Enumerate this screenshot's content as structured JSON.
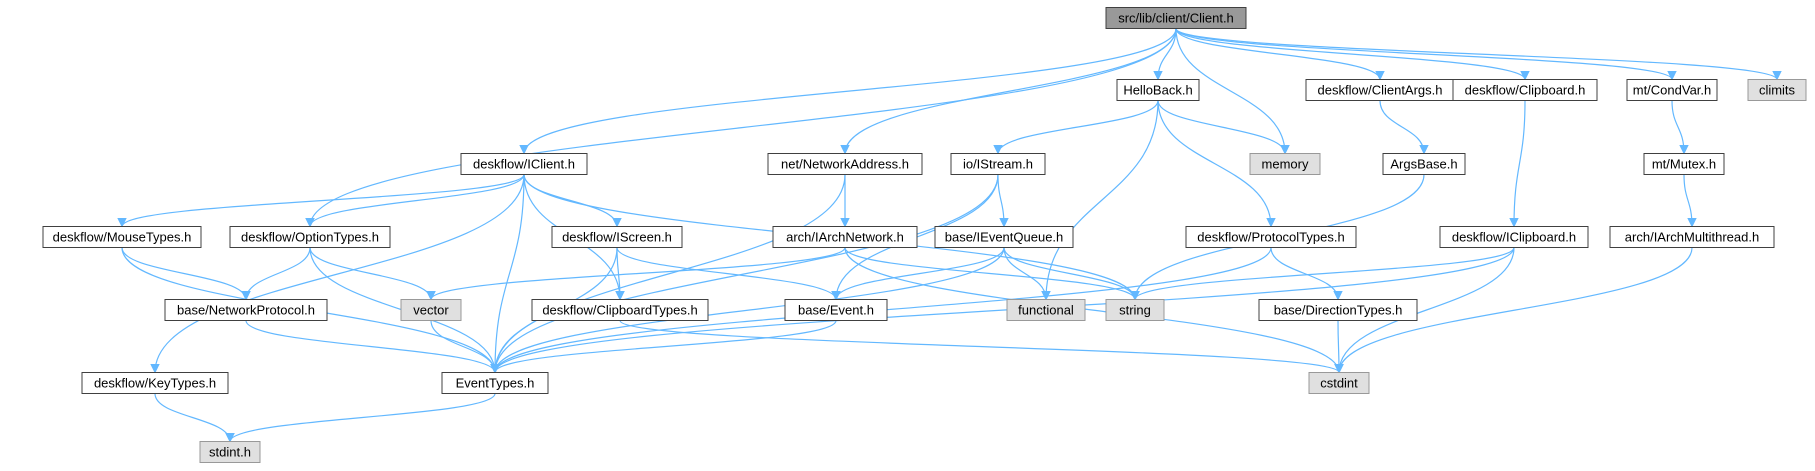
{
  "colors": {
    "edge": "#63b8ff",
    "node_fill": "#ffffff",
    "node_border": "#404040",
    "root_fill": "#999999",
    "system_fill": "#e0e0e0",
    "system_border": "#999999"
  },
  "nodes": [
    {
      "id": "client",
      "label": "src/lib/client/Client.h",
      "kind": "root"
    },
    {
      "id": "iclient",
      "label": "deskflow/IClient.h",
      "kind": "file"
    },
    {
      "id": "netaddr",
      "label": "net/NetworkAddress.h",
      "kind": "file"
    },
    {
      "id": "helloback",
      "label": "HelloBack.h",
      "kind": "file"
    },
    {
      "id": "memory",
      "label": "memory",
      "kind": "system"
    },
    {
      "id": "clientargs",
      "label": "deskflow/ClientArgs.h",
      "kind": "file"
    },
    {
      "id": "clipboard",
      "label": "deskflow/Clipboard.h",
      "kind": "file"
    },
    {
      "id": "condvar",
      "label": "mt/CondVar.h",
      "kind": "file"
    },
    {
      "id": "climits",
      "label": "climits",
      "kind": "system"
    },
    {
      "id": "istream",
      "label": "io/IStream.h",
      "kind": "file"
    },
    {
      "id": "argsbase",
      "label": "ArgsBase.h",
      "kind": "file"
    },
    {
      "id": "mutex",
      "label": "mt/Mutex.h",
      "kind": "file"
    },
    {
      "id": "mousetypes",
      "label": "deskflow/MouseTypes.h",
      "kind": "file"
    },
    {
      "id": "optiontypes",
      "label": "deskflow/OptionTypes.h",
      "kind": "file"
    },
    {
      "id": "iscreen",
      "label": "deskflow/IScreen.h",
      "kind": "file"
    },
    {
      "id": "iarchnetwork",
      "label": "arch/IArchNetwork.h",
      "kind": "file"
    },
    {
      "id": "ieventqueue",
      "label": "base/IEventQueue.h",
      "kind": "file"
    },
    {
      "id": "protocoltypes",
      "label": "deskflow/ProtocolTypes.h",
      "kind": "file"
    },
    {
      "id": "iclipboard",
      "label": "deskflow/IClipboard.h",
      "kind": "file"
    },
    {
      "id": "iarchmt",
      "label": "arch/IArchMultithread.h",
      "kind": "file"
    },
    {
      "id": "netprotocol",
      "label": "base/NetworkProtocol.h",
      "kind": "file"
    },
    {
      "id": "vector",
      "label": "vector",
      "kind": "system"
    },
    {
      "id": "cliptypes",
      "label": "deskflow/ClipboardTypes.h",
      "kind": "file"
    },
    {
      "id": "event",
      "label": "base/Event.h",
      "kind": "file"
    },
    {
      "id": "functional",
      "label": "functional",
      "kind": "system"
    },
    {
      "id": "string",
      "label": "string",
      "kind": "system"
    },
    {
      "id": "directiontypes",
      "label": "base/DirectionTypes.h",
      "kind": "file"
    },
    {
      "id": "keytypes",
      "label": "deskflow/KeyTypes.h",
      "kind": "file"
    },
    {
      "id": "eventtypes",
      "label": "EventTypes.h",
      "kind": "file"
    },
    {
      "id": "cstdint",
      "label": "cstdint",
      "kind": "system"
    },
    {
      "id": "stdint",
      "label": "stdint.h",
      "kind": "system"
    }
  ],
  "edges": [
    {
      "from": "client",
      "to": "iclient"
    },
    {
      "from": "client",
      "to": "netaddr"
    },
    {
      "from": "client",
      "to": "helloback"
    },
    {
      "from": "client",
      "to": "memory"
    },
    {
      "from": "client",
      "to": "clientargs"
    },
    {
      "from": "client",
      "to": "clipboard"
    },
    {
      "from": "client",
      "to": "condvar"
    },
    {
      "from": "client",
      "to": "climits"
    },
    {
      "from": "client",
      "to": "optiontypes"
    },
    {
      "from": "iclient",
      "to": "mousetypes"
    },
    {
      "from": "iclient",
      "to": "optiontypes"
    },
    {
      "from": "iclient",
      "to": "iscreen"
    },
    {
      "from": "iclient",
      "to": "cliptypes"
    },
    {
      "from": "iclient",
      "to": "keytypes"
    },
    {
      "from": "iclient",
      "to": "string"
    },
    {
      "from": "iclient",
      "to": "eventtypes"
    },
    {
      "from": "netaddr",
      "to": "iarchnetwork"
    },
    {
      "from": "netaddr",
      "to": "eventtypes"
    },
    {
      "from": "helloback",
      "to": "istream"
    },
    {
      "from": "helloback",
      "to": "memory"
    },
    {
      "from": "helloback",
      "to": "protocoltypes"
    },
    {
      "from": "helloback",
      "to": "functional"
    },
    {
      "from": "clientargs",
      "to": "argsbase"
    },
    {
      "from": "argsbase",
      "to": "string"
    },
    {
      "from": "clipboard",
      "to": "iclipboard"
    },
    {
      "from": "condvar",
      "to": "mutex"
    },
    {
      "from": "mutex",
      "to": "iarchmt"
    },
    {
      "from": "iarchmt",
      "to": "cstdint"
    },
    {
      "from": "istream",
      "to": "ieventqueue"
    },
    {
      "from": "istream",
      "to": "event"
    },
    {
      "from": "istream",
      "to": "eventtypes"
    },
    {
      "from": "mousetypes",
      "to": "eventtypes"
    },
    {
      "from": "mousetypes",
      "to": "netprotocol"
    },
    {
      "from": "optiontypes",
      "to": "netprotocol"
    },
    {
      "from": "optiontypes",
      "to": "vector"
    },
    {
      "from": "optiontypes",
      "to": "eventtypes"
    },
    {
      "from": "iscreen",
      "to": "cliptypes"
    },
    {
      "from": "iscreen",
      "to": "event"
    },
    {
      "from": "iscreen",
      "to": "eventtypes"
    },
    {
      "from": "iarchnetwork",
      "to": "vector"
    },
    {
      "from": "iarchnetwork",
      "to": "string"
    },
    {
      "from": "iarchnetwork",
      "to": "cstdint"
    },
    {
      "from": "ieventqueue",
      "to": "event"
    },
    {
      "from": "ieventqueue",
      "to": "functional"
    },
    {
      "from": "ieventqueue",
      "to": "string"
    },
    {
      "from": "ieventqueue",
      "to": "eventtypes"
    },
    {
      "from": "protocoltypes",
      "to": "directiontypes"
    },
    {
      "from": "protocoltypes",
      "to": "eventtypes"
    },
    {
      "from": "directiontypes",
      "to": "cstdint"
    },
    {
      "from": "iclipboard",
      "to": "string"
    },
    {
      "from": "iclipboard",
      "to": "cstdint"
    },
    {
      "from": "iclipboard",
      "to": "eventtypes"
    },
    {
      "from": "netprotocol",
      "to": "eventtypes"
    },
    {
      "from": "vector",
      "to": "eventtypes"
    },
    {
      "from": "cliptypes",
      "to": "cstdint"
    },
    {
      "from": "event",
      "to": "eventtypes"
    },
    {
      "from": "keytypes",
      "to": "stdint"
    },
    {
      "from": "eventtypes",
      "to": "stdint"
    }
  ]
}
